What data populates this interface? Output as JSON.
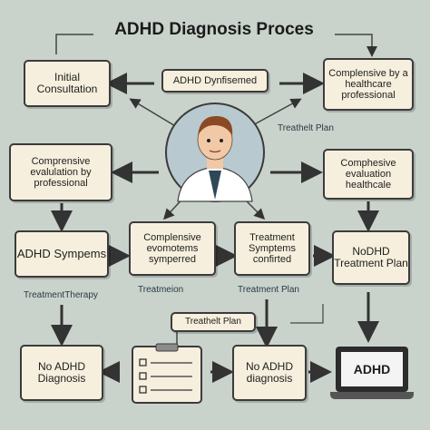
{
  "title": "ADHD Diagnosis Proces",
  "nodes": {
    "initial_consultation": "Initial Consultation",
    "adhd_dynfisemed": "ADHD Dynfisemed",
    "complensive_healthcare": "Complensive by a healthcare professional",
    "compresive_evaluation": "Comprensive evalulation by professional",
    "comphesive_evaluation": "Comphesive evaluation healthcale",
    "adhd_sympems": "ADHD Sympems",
    "complensive_symptoms": "Complensive evomotems symperred",
    "treatment_confirted": "Treatment Symptems confirted",
    "nodhd_treatment_plan": "NoDHD Treatment Plan",
    "treatheit_plan_box": "Treathelt Plan",
    "no_adhd_diagnosis_left": "No ADHD Diagnosis",
    "no_adhd_diagnosis_center": "No ADHD diagnosis",
    "laptop_screen": "ADHD"
  },
  "labels": {
    "treatheit_plan": "Treathelt Plan",
    "treatment_therapy": "TreatmentTherapy",
    "treatmeion": "Treatmeion",
    "treatment_plan": "Treatment Plan"
  },
  "colors": {
    "background": "#c9d3cc",
    "box_fill": "#f6efdd",
    "box_border": "#3b3b3b",
    "arrow": "#333333",
    "doctor_coat": "#ffffff",
    "doctor_tie": "#2f4858",
    "doctor_hair": "#8a4a23",
    "circle_fill": "#b8c9cf"
  }
}
